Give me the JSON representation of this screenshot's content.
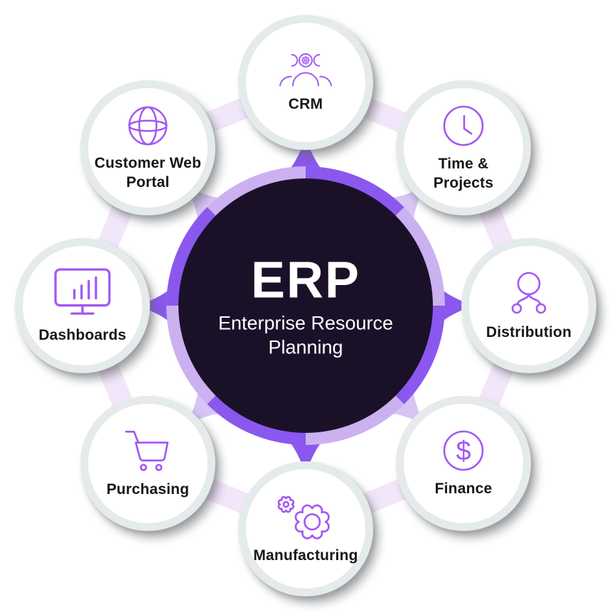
{
  "diagram_title": "ERP",
  "center": {
    "acronym": "ERP",
    "subtitle": "Enterprise Resource Planning"
  },
  "satellites": [
    {
      "label": "CRM",
      "icon": "crm-people-gear-icon"
    },
    {
      "label": "Time & Projects",
      "icon": "clock-icon"
    },
    {
      "label": "Distribution",
      "icon": "network-nodes-icon"
    },
    {
      "label": "Finance",
      "icon": "dollar-circle-icon"
    },
    {
      "label": "Manufacturing",
      "icon": "gears-icon"
    },
    {
      "label": "Purchasing",
      "icon": "shopping-cart-icon"
    },
    {
      "label": "Dashboards",
      "icon": "monitor-chart-icon"
    },
    {
      "label": "Customer Web Portal",
      "icon": "globe-icon"
    }
  ],
  "colors": {
    "center_circle": "#1A1129",
    "ring_purple": "#8A58EE",
    "ring_lavender": "#CBB1F0",
    "spike_lavender": "#D7C5F6",
    "connector_band": "#F2E6FA",
    "icon_stroke": "#A358F2",
    "satellite_border": "#E5EAEB",
    "label_text": "#17171A",
    "center_text": "#FFFFFF"
  }
}
